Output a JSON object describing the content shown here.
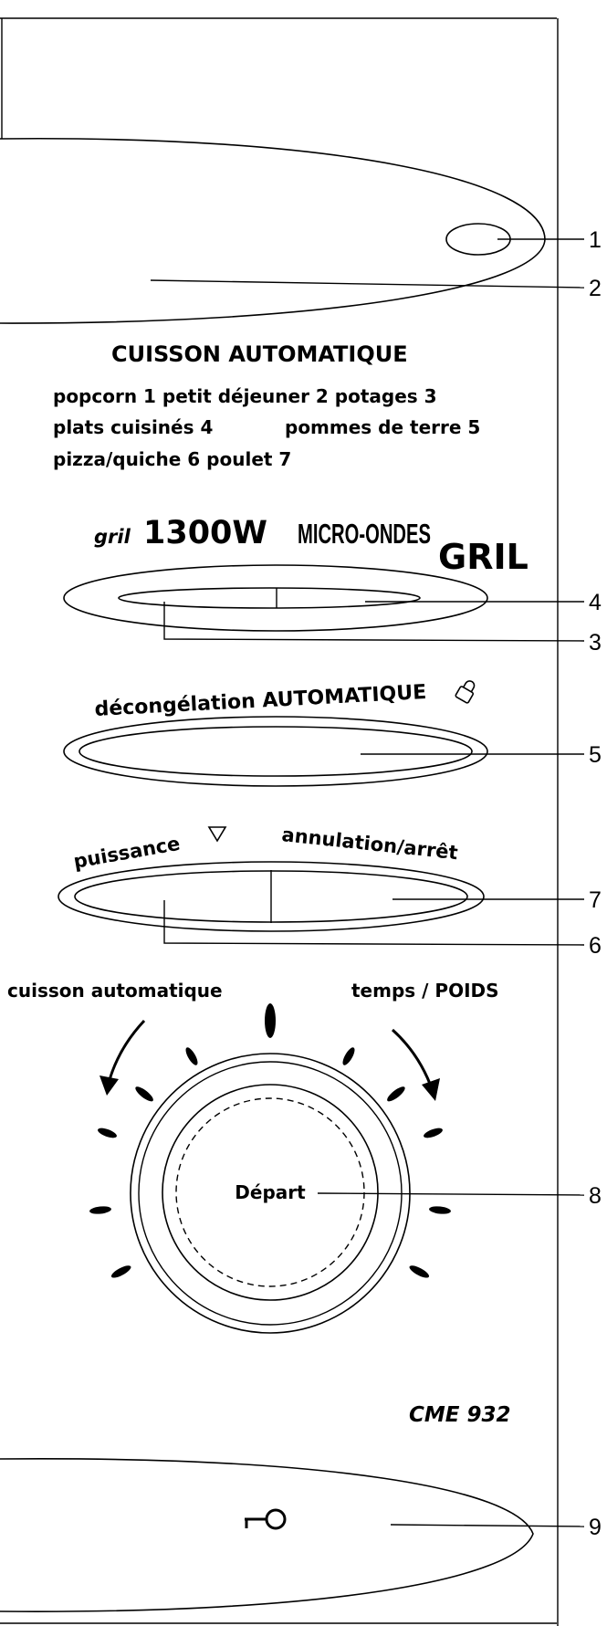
{
  "auto_cook": {
    "heading": "CUISSON AUTOMATIQUE",
    "line1": "popcorn 1 petit déjeuner 2 potages 3",
    "line2a": "plats cuisinés 4",
    "line2b": "pommes de terre 5",
    "line3": "pizza/quiche 6 poulet 7"
  },
  "grill_row": {
    "gril_small": "gril",
    "power": "1300W",
    "micro_ondes": "MICRO-ONDES",
    "gril_big": "GRIL"
  },
  "defrost_row": {
    "label": "décongélation AUTOMATIQUE"
  },
  "power_row": {
    "puissance": "puissance",
    "annulation": "annulation/arrêt"
  },
  "dial": {
    "left_label": "cuisson automatique",
    "right_label": "temps / POIDS",
    "center_label": "Départ"
  },
  "model": "CME 932",
  "callouts": [
    "1",
    "2",
    "3",
    "4",
    "5",
    "6",
    "7",
    "8",
    "9"
  ],
  "icons": {
    "lock": "lock-icon",
    "power_triangle": "triangle-down-icon",
    "door_key": "key-icon"
  }
}
